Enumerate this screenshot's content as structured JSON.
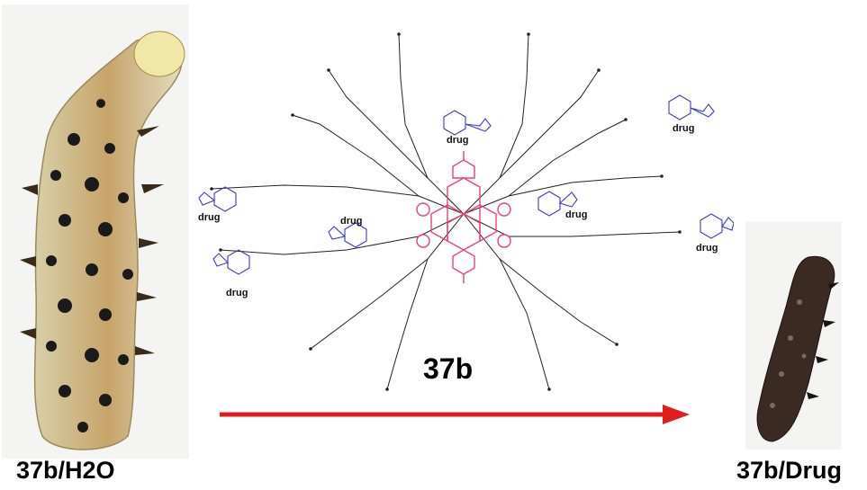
{
  "captions": {
    "left": "37b/H2O",
    "right": "37b/Drug",
    "center": "37b"
  },
  "drug_labels": [
    "drug",
    "drug",
    "drug",
    "drug",
    "drug",
    "drug",
    "drug"
  ],
  "colors": {
    "core": "#e8407a",
    "drug": "#3a3ad0",
    "arrow": "#e11c1c",
    "chain": "#222222"
  }
}
